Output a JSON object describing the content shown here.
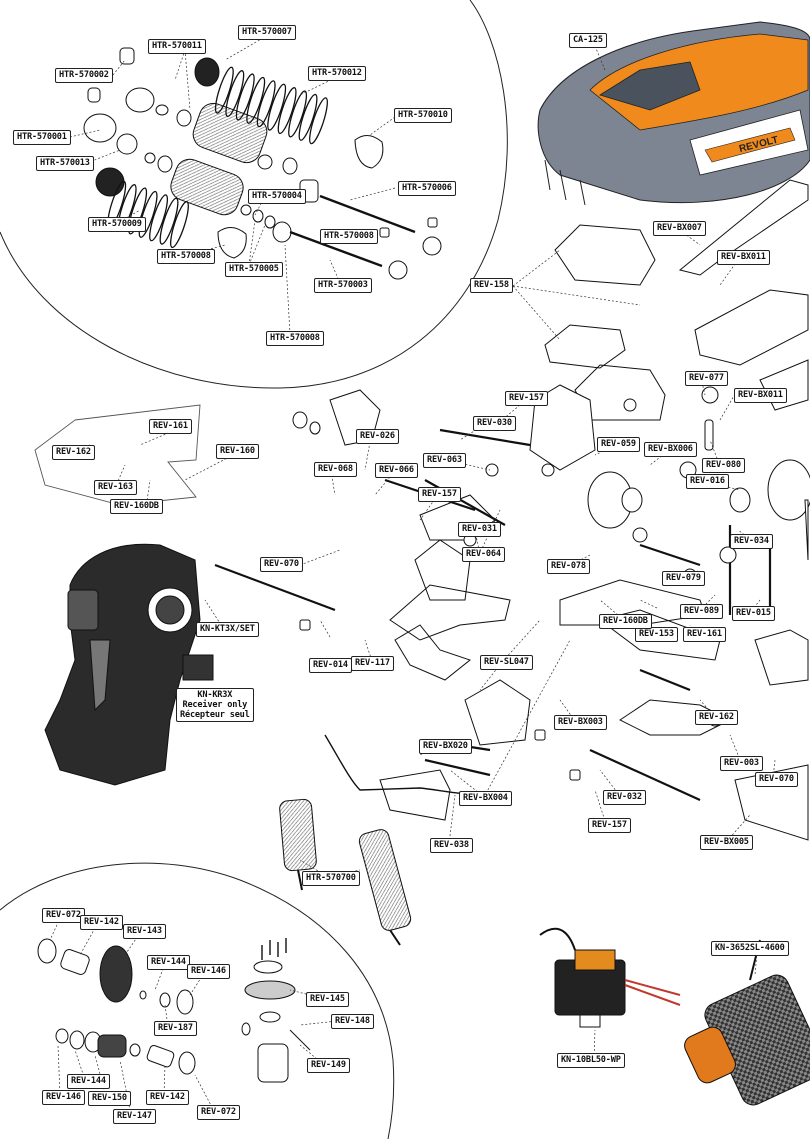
{
  "parts": {
    "ca_125": "CA-125",
    "htr_570007": "HTR-570007",
    "htr_570011": "HTR-570011",
    "htr_570002": "HTR-570002",
    "htr_570012": "HTR-570012",
    "htr_570010": "HTR-570010",
    "htr_570001": "HTR-570001",
    "htr_570013": "HTR-570013",
    "htr_570004": "HTR-570004",
    "htr_570006": "HTR-570006",
    "htr_570009": "HTR-570009",
    "htr_570008_a": "HTR-570008",
    "htr_570008_b": "HTR-570008",
    "htr_570005": "HTR-570005",
    "htr_570003": "HTR-570003",
    "htr_570008_c": "HTR-570008",
    "rev_bx007": "REV-BX007",
    "rev_bx011_a": "REV-BX011",
    "rev_158": "REV-158",
    "rev_077": "REV-077",
    "rev_bx011_b": "REV-BX011",
    "rev_157_a": "REV-157",
    "rev_161_a": "REV-161",
    "rev_160": "REV-160",
    "rev_030": "REV-030",
    "rev_026": "REV-026",
    "rev_059": "REV-059",
    "rev_bx006": "REV-BX006",
    "rev_080": "REV-080",
    "rev_162_a": "REV-162",
    "rev_163": "REV-163",
    "rev_063": "REV-063",
    "rev_068": "REV-068",
    "rev_066": "REV-066",
    "rev_016": "REV-016",
    "rev_160db_a": "REV-160DB",
    "rev_157_b": "REV-157",
    "rev_031": "REV-031",
    "rev_064": "REV-064",
    "rev_034": "REV-034",
    "rev_070_a": "REV-070",
    "rev_078": "REV-078",
    "rev_079": "REV-079",
    "rev_089": "REV-089",
    "rev_153": "REV-153",
    "rev_161_b": "REV-161",
    "rev_015": "REV-015",
    "kn_kt3x": "KN-KT3X/SET",
    "rev_sl047": "REV-SL047",
    "rev_160db_b": "REV-160DB",
    "rev_014": "REV-014",
    "rev_117": "REV-117",
    "kn_kr3x": "KN-KR3X\nReceiver only\nRécepteur seul",
    "rev_bx003": "REV-BX003",
    "rev_162_b": "REV-162",
    "rev_bx020": "REV-BX020",
    "rev_003": "REV-003",
    "rev_070_b": "REV-070",
    "rev_bx004": "REV-BX004",
    "rev_032": "REV-032",
    "rev_157_c": "REV-157",
    "rev_038": "REV-038",
    "rev_bx005": "REV-BX005",
    "htr_570700": "HTR-570700",
    "rev_072_a": "REV-072",
    "rev_142_a": "REV-142",
    "rev_143": "REV-143",
    "rev_144_a": "REV-144",
    "rev_146_a": "REV-146",
    "rev_145": "REV-145",
    "rev_187": "REV-187",
    "rev_148": "REV-148",
    "rev_149": "REV-149",
    "rev_144_b": "REV-144",
    "rev_146_b": "REV-146",
    "rev_150": "REV-150",
    "rev_147": "REV-147",
    "rev_142_b": "REV-142",
    "rev_072_b": "REV-072",
    "kn_3652sl": "KN-3652SL-4600",
    "kn_10bl50": "KN-10BL50-WP"
  },
  "body_stripe_text": "REVOLT",
  "colors": {
    "accent_orange": "#f08a1c",
    "body_grey": "#7c8591",
    "line": "#1a1a1a"
  }
}
